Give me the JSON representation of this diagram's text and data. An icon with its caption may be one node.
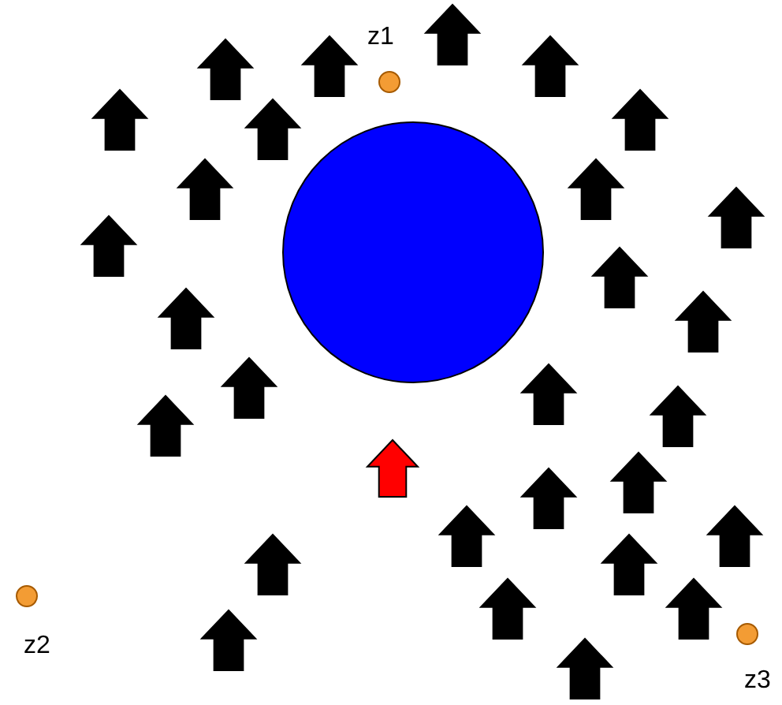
{
  "diagram": {
    "nodes": [
      {
        "text": [],
        "shape": "circle",
        "beside": [
          "z1"
        ]
      },
      {
        "text": [],
        "shape": "circle"
      },
      {
        "text": [],
        "shape": "circle",
        "beside": [
          "z2"
        ]
      },
      {
        "text": [],
        "shape": "circle",
        "beside": [
          "z3"
        ]
      }
    ]
  }
}
